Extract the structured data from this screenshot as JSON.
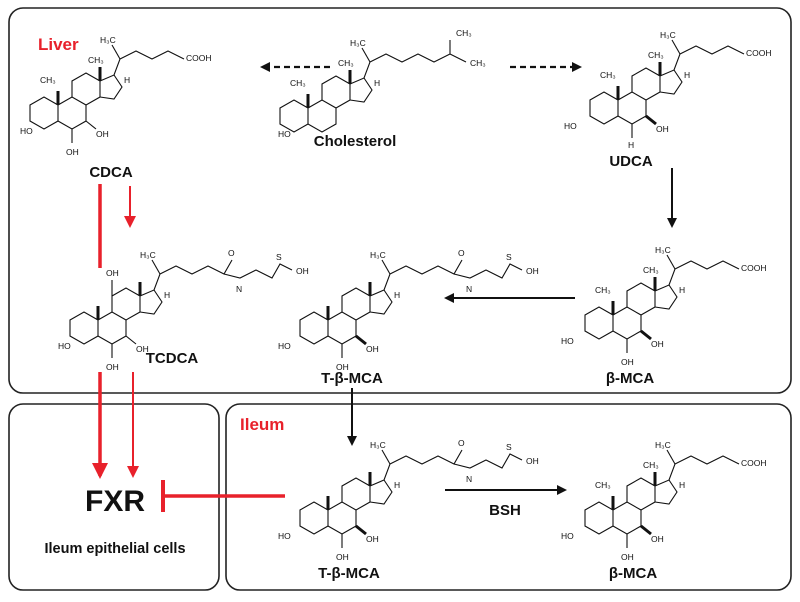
{
  "regions": {
    "liver": "Liver",
    "ileum": "Ileum"
  },
  "compounds": {
    "cholesterol": "Cholesterol",
    "cdca": "CDCA",
    "udca": "UDCA",
    "tcdca": "TCDCA",
    "t_beta_mca_liver": "T-β-MCA",
    "beta_mca_liver": "β-MCA",
    "t_beta_mca_ileum": "T-β-MCA",
    "beta_mca_ileum": "β-MCA"
  },
  "fxr": {
    "label": "FXR",
    "cell_label": "Ileum epithelial cells"
  },
  "enzyme": {
    "bsh": "BSH"
  },
  "atoms": {
    "h3c": "H₃C",
    "ch3": "CH₃",
    "h": "H",
    "oh": "OH",
    "ho": "HO",
    "cooh": "COOH",
    "o": "O",
    "n_h": "N",
    "h_sub": "H",
    "s": "S"
  },
  "colors": {
    "accent_red": "#e8212b",
    "ink": "#111111",
    "border": "#222222"
  }
}
